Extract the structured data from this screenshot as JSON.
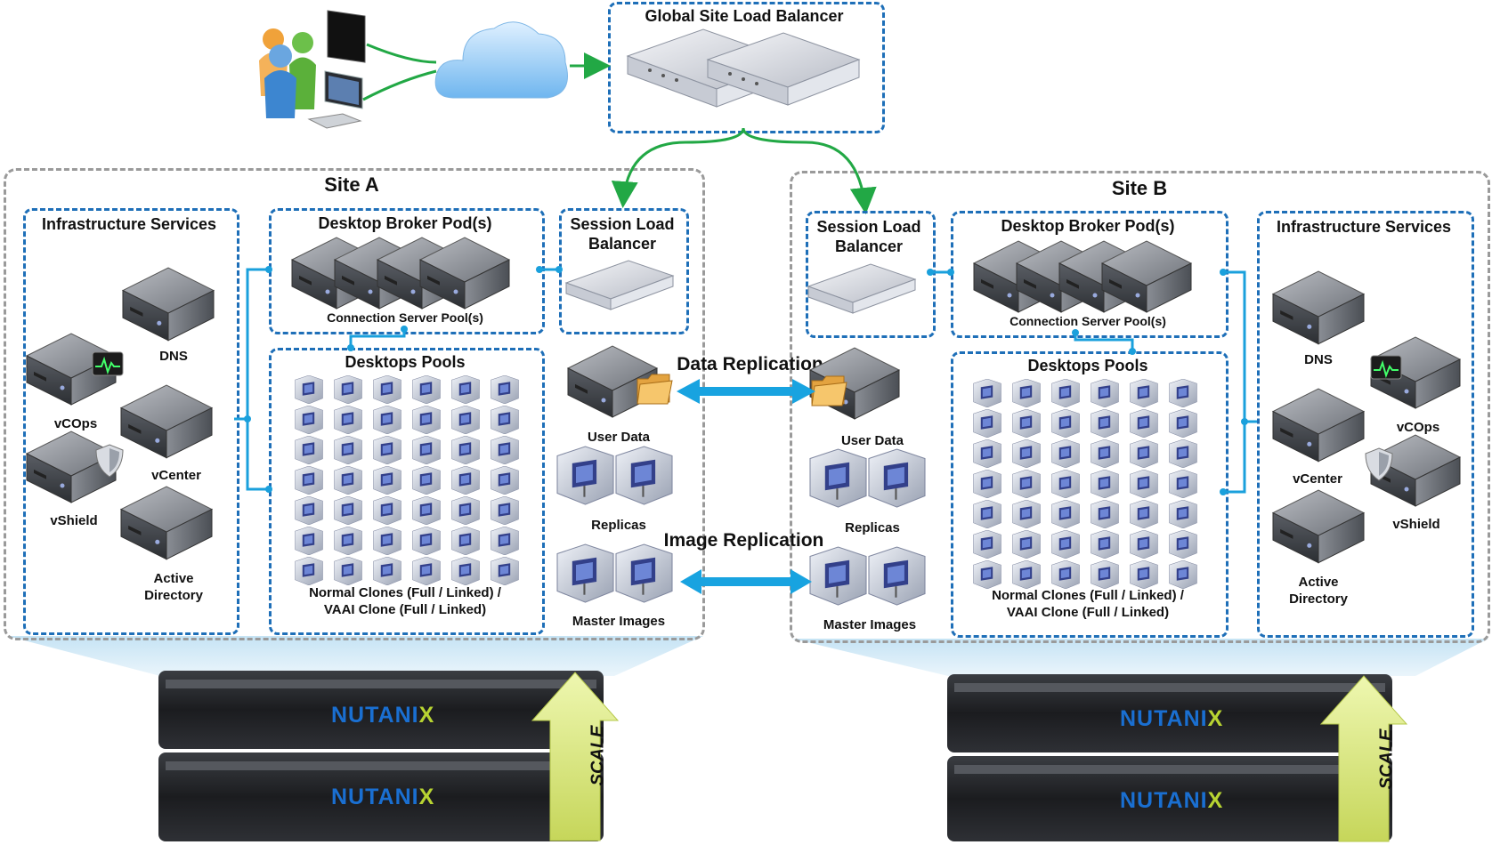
{
  "global": {
    "title": "Global Site Load Balancer"
  },
  "replication": {
    "data": "Data Replication",
    "image": "Image Replication"
  },
  "sites": [
    {
      "title": "Site A",
      "infra_title": "Infrastructure Services",
      "infra_items": [
        "DNS",
        "vCOps",
        "vCenter",
        "vShield",
        "Active\nDirectory"
      ],
      "broker_title": "Desktop Broker Pod(s)",
      "broker_caption": "Connection Server Pool(s)",
      "slb_title": "Session Load\nBalancer",
      "pools_title": "Desktops Pools",
      "pools_caption": "Normal Clones (Full / Linked) /\nVAAI Clone (Full / Linked)",
      "user_data": "User Data",
      "replicas": "Replicas",
      "master_images": "Master Images",
      "brand": "NUTANIX",
      "scale": "SCALE"
    },
    {
      "title": "Site B",
      "infra_title": "Infrastructure Services",
      "infra_items": [
        "DNS",
        "vCOps",
        "vCenter",
        "vShield",
        "Active\nDirectory"
      ],
      "broker_title": "Desktop Broker Pod(s)",
      "broker_caption": "Connection Server Pool(s)",
      "slb_title": "Session Load\nBalancer",
      "pools_title": "Desktops Pools",
      "pools_caption": "Normal Clones (Full / Linked) /\nVAAI Clone (Full / Linked)",
      "user_data": "User Data",
      "replicas": "Replicas",
      "master_images": "Master Images",
      "brand": "NUTANIX",
      "scale": "SCALE"
    }
  ],
  "colors": {
    "dashed_blue": "#1e6fb8",
    "connector_blue": "#1aa0dc",
    "green_link": "#22a845",
    "brand_blue": "#1a6fd1",
    "brand_green": "#b8d432"
  }
}
